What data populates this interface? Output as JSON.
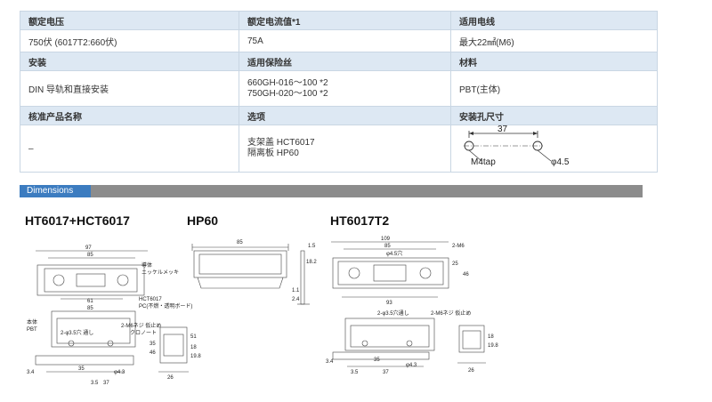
{
  "spec_table": {
    "row1_headers": [
      "额定电压",
      "额定电流值*1",
      "适用电线"
    ],
    "row1_values": [
      "750伏 (6017T2:660伏)",
      "75A",
      "最大22㎟(M6)"
    ],
    "row2_headers": [
      "安装",
      "适用保险丝",
      "材料"
    ],
    "row2_values": {
      "install": "DIN 导轨和直接安装",
      "fuse_line1": "660GH-016～100 *2",
      "fuse_line2": "750GH-020～100 *2",
      "material": "PBT(主体)"
    },
    "row3_headers": [
      "核准产品名称",
      "选项",
      "安装孔尺寸"
    ],
    "row3_values": {
      "approved": "–",
      "option_line1": "支架盖 HCT6017",
      "option_line2": "隔离板 HP60"
    },
    "mount_hole": {
      "dim": "37",
      "tap": "M4tap",
      "dia": "φ4.5"
    }
  },
  "dimensions": {
    "tab_label": "Dimensions",
    "drawing1": {
      "title": "HT6017+HCT6017",
      "dims_top": [
        "97",
        "85"
      ],
      "label_conductor": "導体",
      "label_plating": "ニッケルメッキ",
      "dims_mid": [
        "61",
        "85"
      ],
      "label_cover": "HCT6017",
      "label_cover_material": "PC(不燃・透明ボード)",
      "label_body": "本体",
      "label_body_material": "PBT",
      "label_hole": "2-φ3.5穴 通し",
      "label_screw": "2-M6ネジ 仮止め",
      "label_screw2": "クロノート",
      "dims_side": [
        "51",
        "35",
        "46",
        "18",
        "19.8"
      ],
      "dims_bottom": [
        "3.4",
        "35",
        "37",
        "26",
        "φ4.3",
        "3.5"
      ]
    },
    "drawing2": {
      "title": "HP60",
      "dims": [
        "85",
        "1.5",
        "18.2",
        "1.1",
        "2.4"
      ]
    },
    "drawing3": {
      "title": "HT6017T2",
      "dims_top": [
        "109",
        "85",
        "φ4.5穴",
        "2-M6",
        "25",
        "46"
      ],
      "dim_bottom_plan": "93",
      "label_hole": "2-φ3.5穴通し",
      "label_screw": "2-M6ネジ 仮止め",
      "dims_side": [
        "3.4",
        "35",
        "37",
        "3.5",
        "φ4.3",
        "18",
        "19.8",
        "26"
      ]
    }
  }
}
